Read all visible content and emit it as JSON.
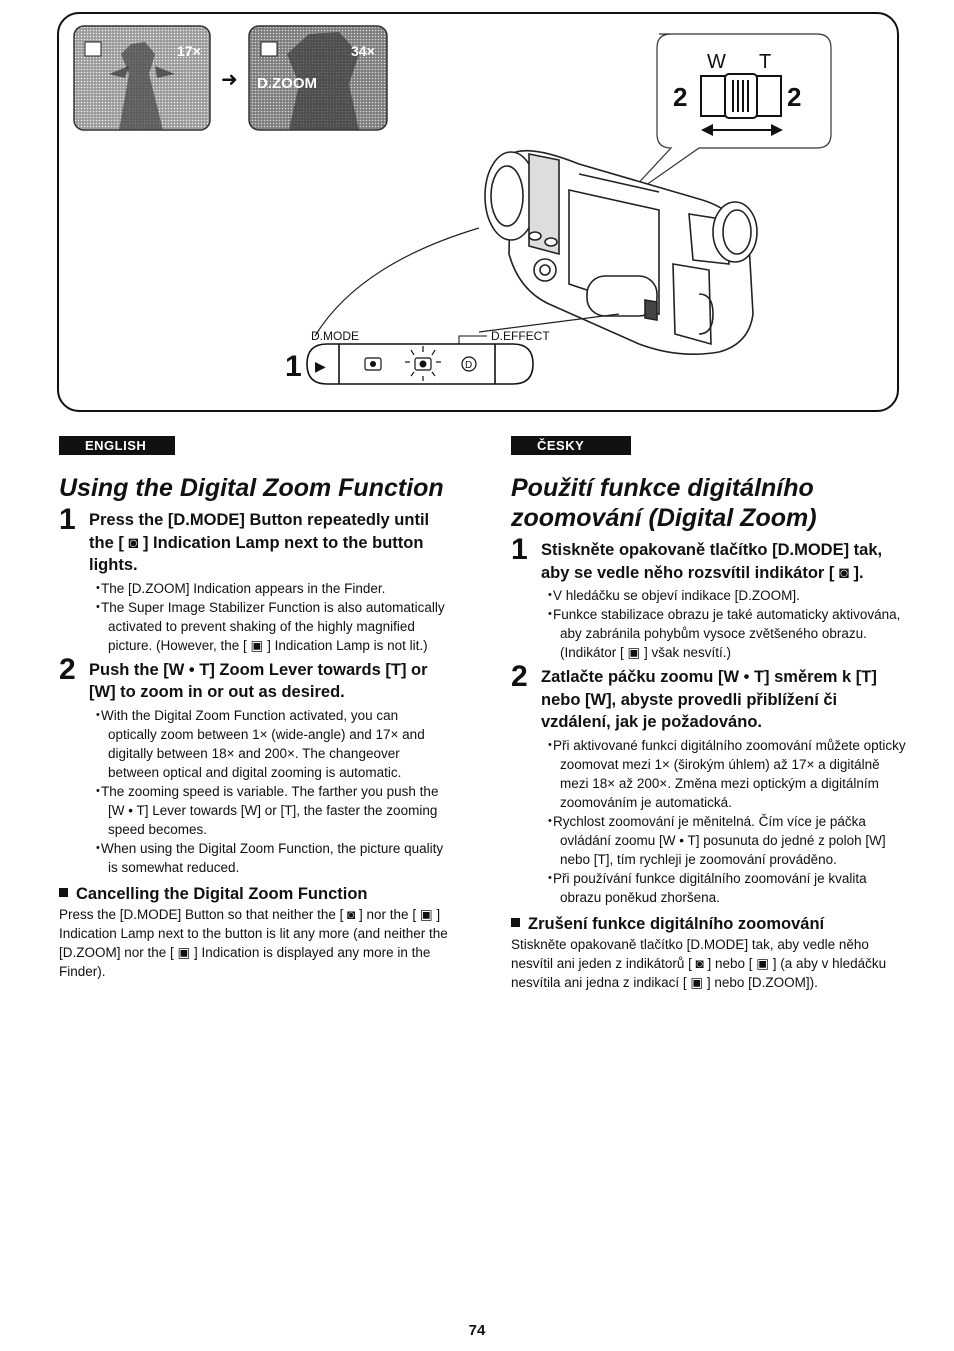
{
  "figure": {
    "thumb1_label": "17×",
    "thumb2_label": "34×",
    "thumb2_overlay": "D.ZOOM",
    "arrow_glyph": "➜",
    "lever_w": "W",
    "lever_t": "T",
    "lever_step_left": "2",
    "lever_step_right": "2",
    "dmode_label": "D.MODE",
    "deffect_label": "D.EFFECT",
    "button_step": "1",
    "play_glyph": "▶",
    "icon_d": "D"
  },
  "english": {
    "lang_tag": "ENGLISH",
    "title": "Using the Digital Zoom Function",
    "step1": {
      "num": "1",
      "heading": "Press the [D.MODE] Button repeatedly until the [ ◙ ] Indication Lamp next to the button lights.",
      "bullets": [
        "The [D.ZOOM] Indication appears in the Finder.",
        "The Super Image Stabilizer Function is also automatically activated to prevent shaking of the highly magnified picture. (However, the [ ▣ ] Indication Lamp is not lit.)"
      ]
    },
    "step2": {
      "num": "2",
      "heading": "Push the [W • T] Zoom Lever towards [T] or [W] to zoom in or out as desired.",
      "bullets": [
        "With the Digital Zoom Function activated, you can optically zoom between 1× (wide-angle) and 17× and digitally between 18× and 200×. The changeover between optical and digital zooming is automatic.",
        "The zooming speed is variable. The farther you push the [W • T] Lever towards [W] or [T], the faster the zooming speed becomes.",
        "When using the Digital Zoom Function, the picture quality is somewhat reduced."
      ]
    },
    "cancel": {
      "heading": "Cancelling the Digital Zoom Function",
      "text": "Press the [D.MODE] Button so that neither the [ ◙ ] nor the [ ▣ ] Indication Lamp next to the button is lit any more (and neither the [D.ZOOM] nor the [ ▣ ] Indication is displayed any more in the Finder)."
    }
  },
  "czech": {
    "lang_tag": "ČESKY",
    "title": "Použití funkce digitálního zoomování (Digital Zoom)",
    "step1": {
      "num": "1",
      "heading": "Stiskněte opakovaně tlačítko [D.MODE] tak, aby se vedle něho rozsvítil indikátor [ ◙ ].",
      "bullets": [
        "V hledáčku se objeví indikace [D.ZOOM].",
        "Funkce stabilizace obrazu je také automaticky aktivována, aby zabránila pohybům vysoce zvětšeného obrazu. (Indikátor [ ▣ ] však nesvítí.)"
      ]
    },
    "step2": {
      "num": "2",
      "heading": "Zatlačte páčku zoomu [W • T] směrem k [T] nebo [W], abyste provedli přiblížení či vzdálení, jak je požadováno.",
      "bullets": [
        "Při aktivované funkci digitálního zoomování můžete opticky zoomovat mezi 1× (širokým úhlem) až 17× a digitálně mezi 18× až 200×. Změna mezi optickým a digitálním zoomováním je automatická.",
        "Rychlost zoomování je měnitelná. Čím více je páčka ovládání zoomu [W • T] posunuta do jedné z poloh [W] nebo [T], tím rychleji je zoomování prováděno.",
        "Při používání funkce digitálního zoomování je kvalita obrazu poněkud zhoršena."
      ]
    },
    "cancel": {
      "heading": "Zrušení funkce digitálního zoomování",
      "text": "Stiskněte opakovaně tlačítko [D.MODE] tak, aby vedle něho nesvítil ani jeden z indikátorů [ ◙ ] nebo [ ▣ ] (a aby v hledáčku nesvítila ani jedna z indikací [ ▣ ] nebo [D.ZOOM])."
    }
  },
  "page_number": "74"
}
